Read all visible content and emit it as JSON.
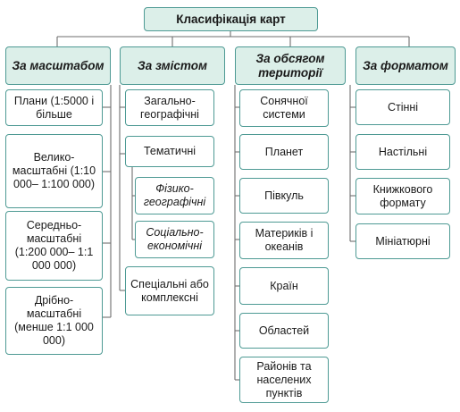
{
  "title": "Класифікація карт",
  "columns": [
    {
      "header": "За масштабом",
      "items": [
        "Плани (1:5000 і більше",
        "Велико-масштабні (1:10 000– 1:100 000)",
        "Середньо-масштабні (1:200 000– 1:1 000 000)",
        "Дрібно-масштабні (менше 1:1 000 000)"
      ]
    },
    {
      "header": "За змістом",
      "items": [
        "Загально-географічні",
        "Тематичні",
        "Фізико-географічні",
        "Соціально-економічні",
        "Спеціальні або комплексні"
      ]
    },
    {
      "header": "За обсягом території",
      "items": [
        "Сонячної системи",
        "Планет",
        "Півкуль",
        "Материків і океанів",
        "Країн",
        "Областей",
        "Районів та населених пунктів"
      ]
    },
    {
      "header": "За форматом",
      "items": [
        "Стінні",
        "Настільні",
        "Книжкового формату",
        "Мініатюрні"
      ]
    }
  ],
  "colors": {
    "border": "#4e9a94",
    "header_fill": "#dcefe9",
    "line": "#6e6e6e"
  }
}
